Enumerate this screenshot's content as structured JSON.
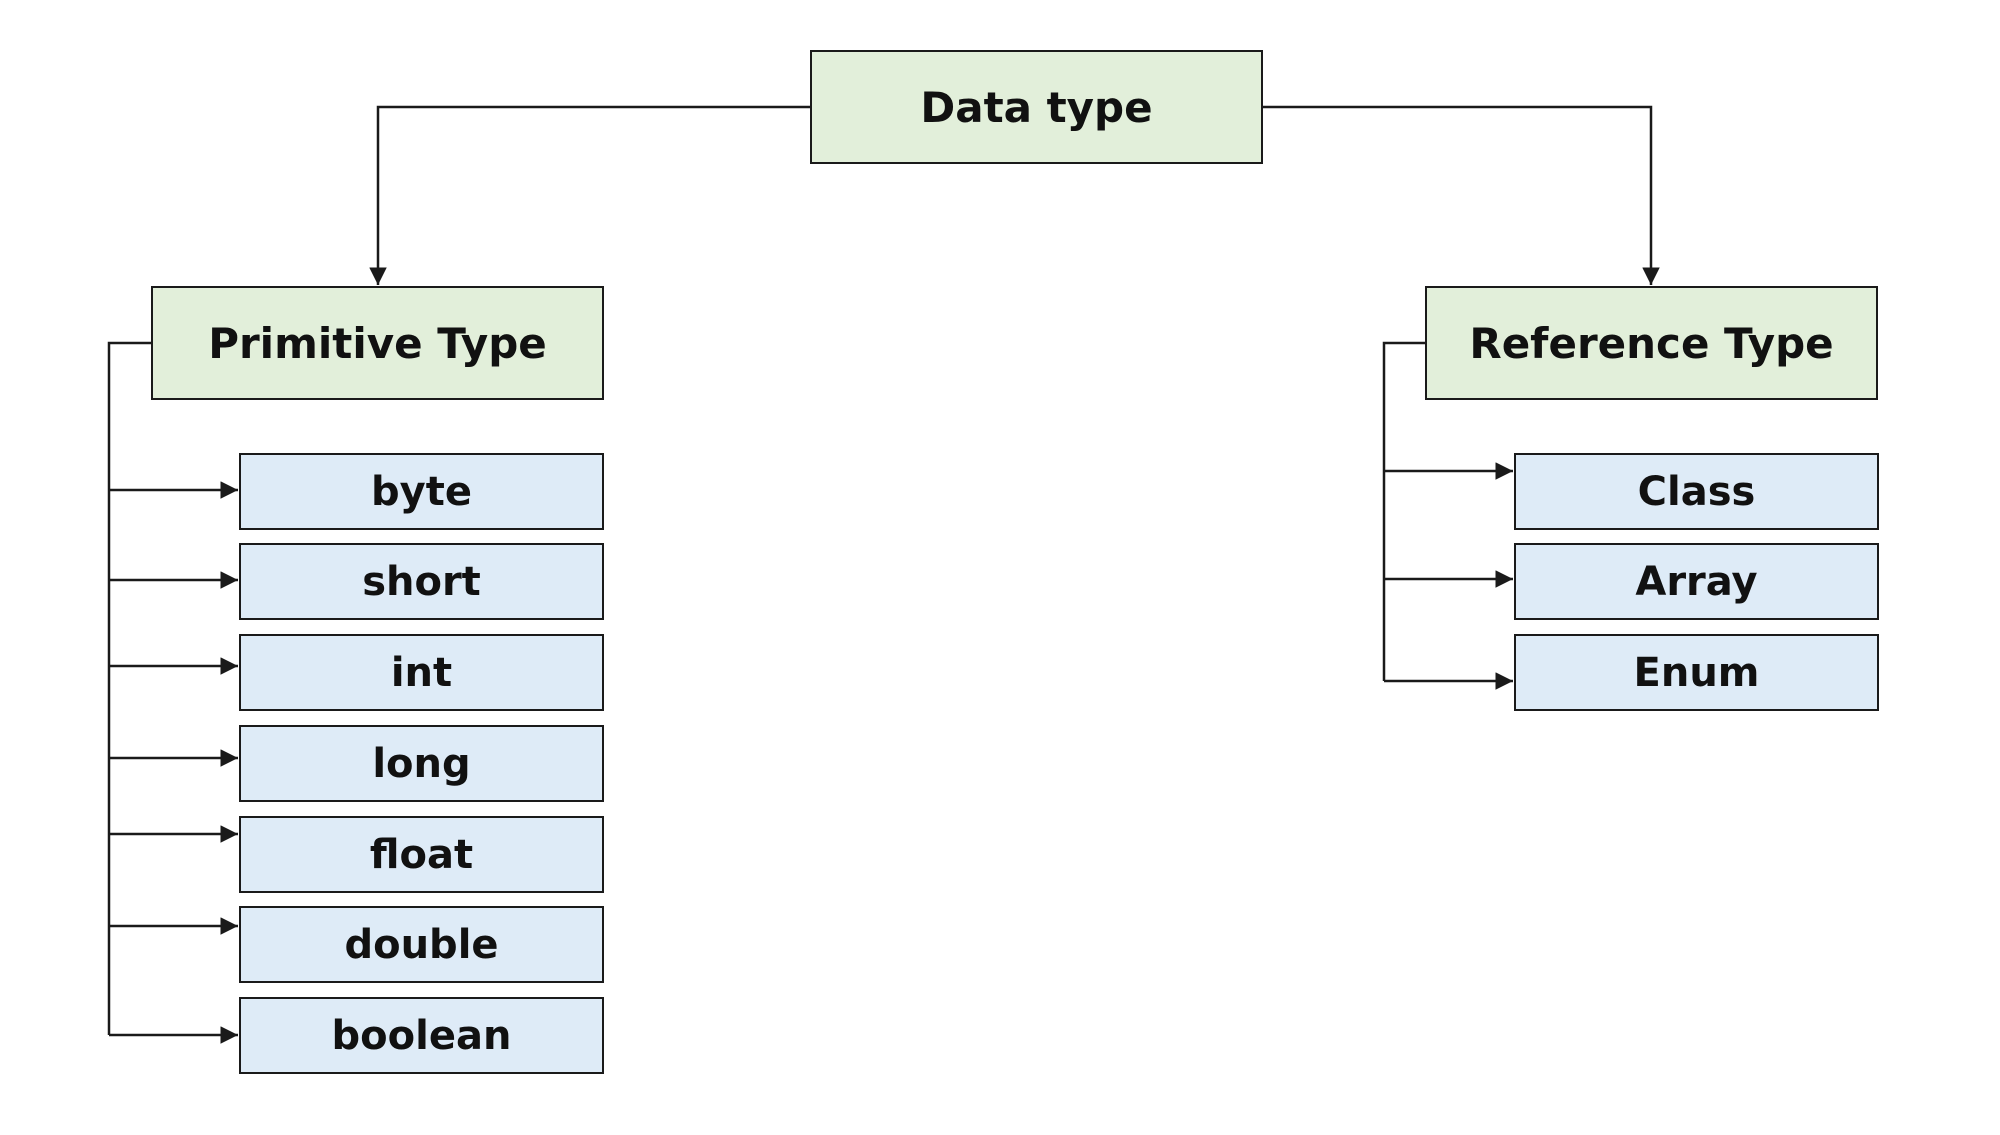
{
  "colors": {
    "parent_fill": "#e2efda",
    "child_fill": "#deebf7",
    "stroke": "#1a1a1a"
  },
  "root": {
    "label": "Data type"
  },
  "primitive": {
    "label": "Primitive Type",
    "items": [
      "byte",
      "short",
      "int",
      "long",
      "float",
      "double",
      "boolean"
    ]
  },
  "reference": {
    "label": "Reference Type",
    "items": [
      "Class",
      "Array",
      "Enum"
    ]
  }
}
